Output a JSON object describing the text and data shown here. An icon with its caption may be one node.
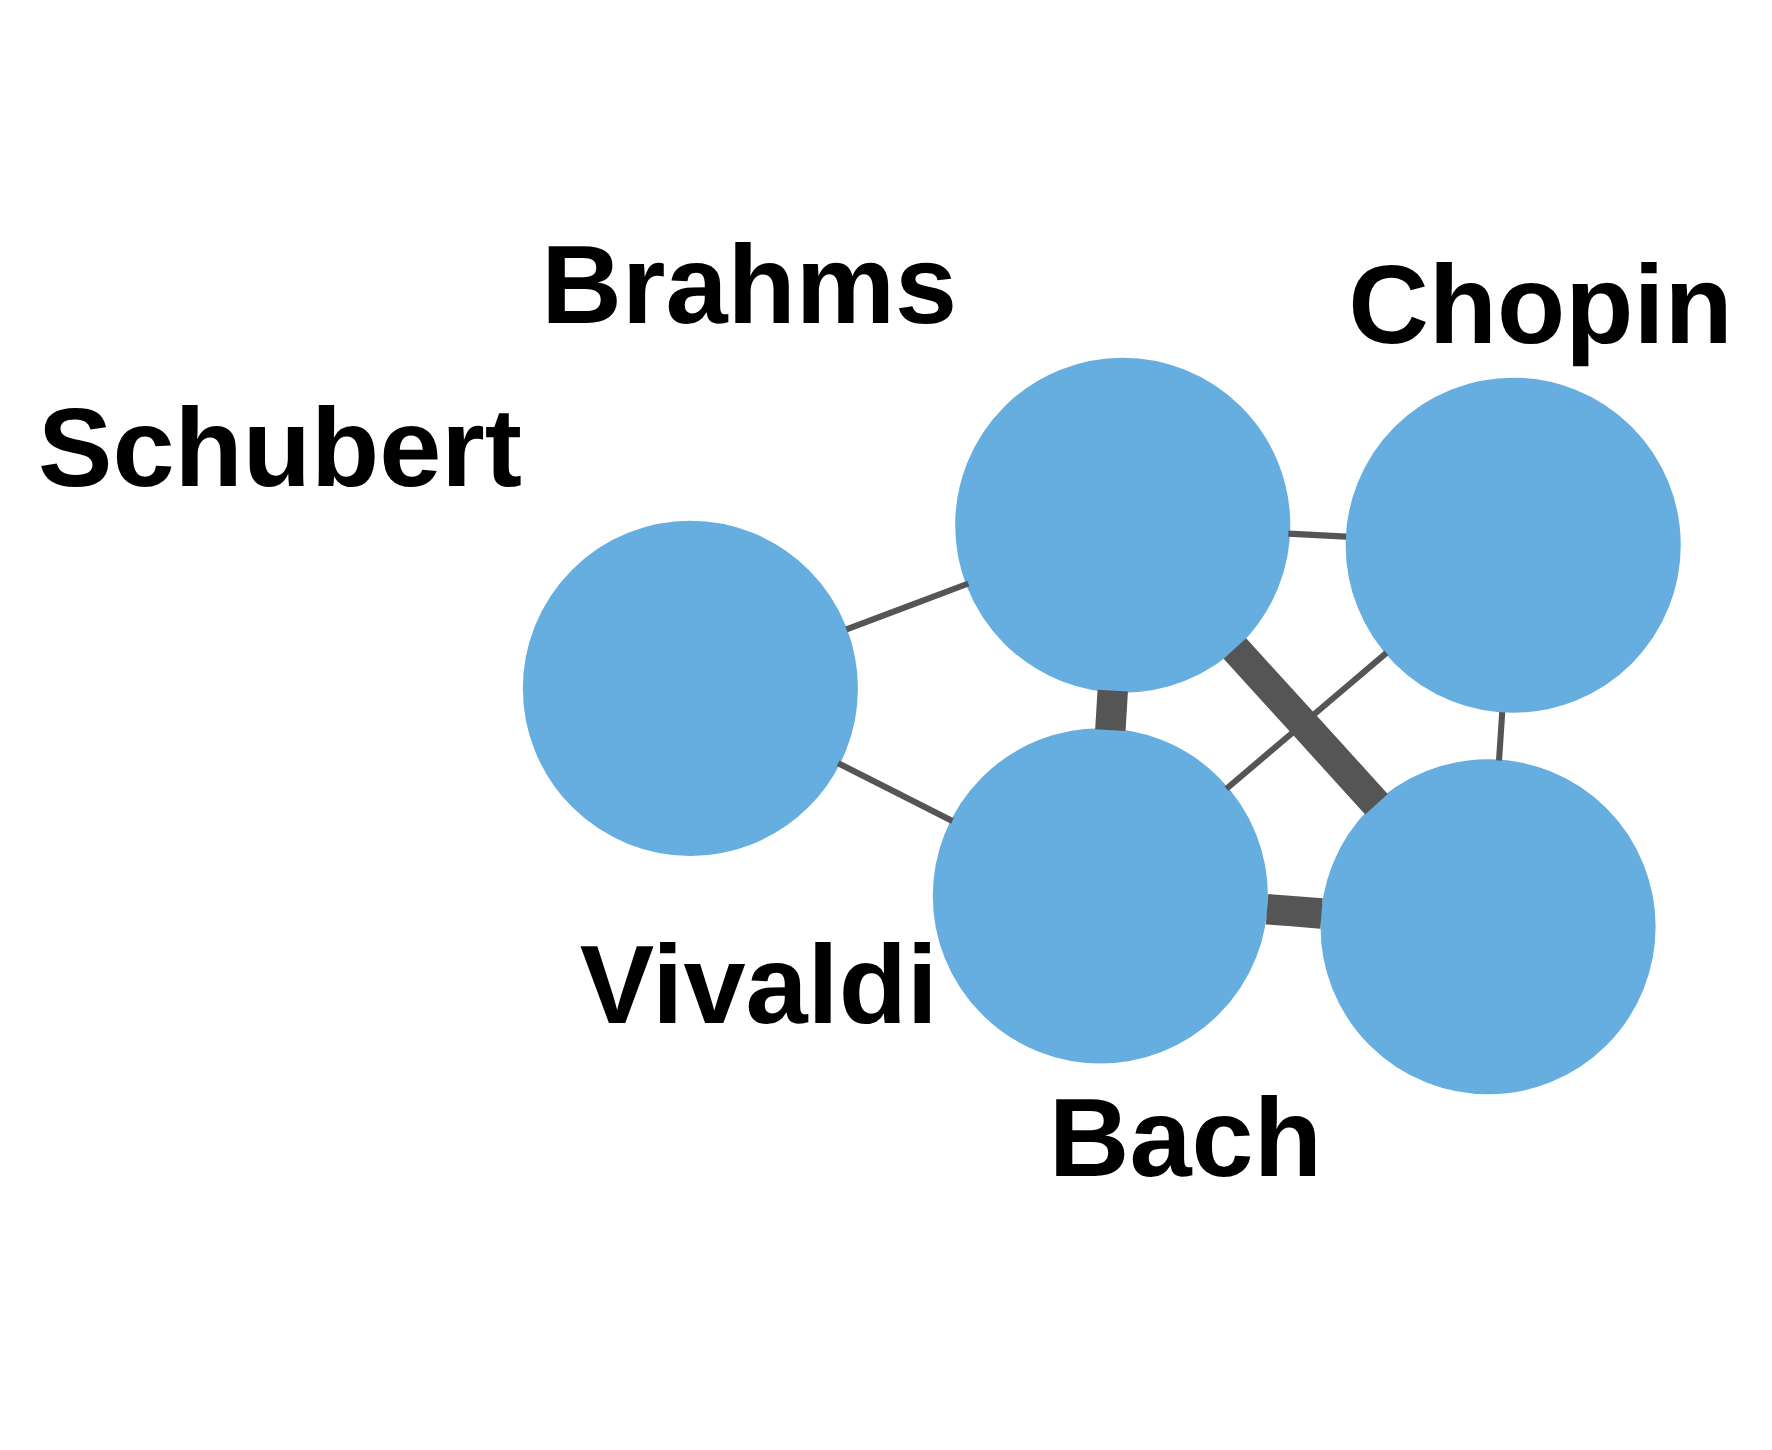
{
  "diagram": {
    "nodes": [
      {
        "text": [
          "Schubert"
        ]
      },
      {
        "text": [
          "Vivaldi"
        ]
      },
      {
        "text": [
          "Bach"
        ]
      },
      {
        "text": [
          "Brahms"
        ]
      },
      {
        "text": [
          "Chopin"
        ]
      }
    ],
    "edges": [
      {
        "from": 1,
        "to": 0,
        "arrow": "none"
      },
      {
        "from": 1,
        "to": 2,
        "arrow": "none",
        "style": "thick"
      },
      {
        "from": 1,
        "to": 3,
        "arrow": "none",
        "style": "thick"
      },
      {
        "from": 1,
        "to": 4,
        "arrow": "none"
      },
      {
        "from": 0,
        "to": 3,
        "arrow": "none"
      },
      {
        "from": 2,
        "to": 3,
        "arrow": "none",
        "style": "thick"
      },
      {
        "from": 2,
        "to": 4,
        "arrow": "none"
      },
      {
        "from": 3,
        "to": 4,
        "arrow": "none"
      }
    ]
  }
}
